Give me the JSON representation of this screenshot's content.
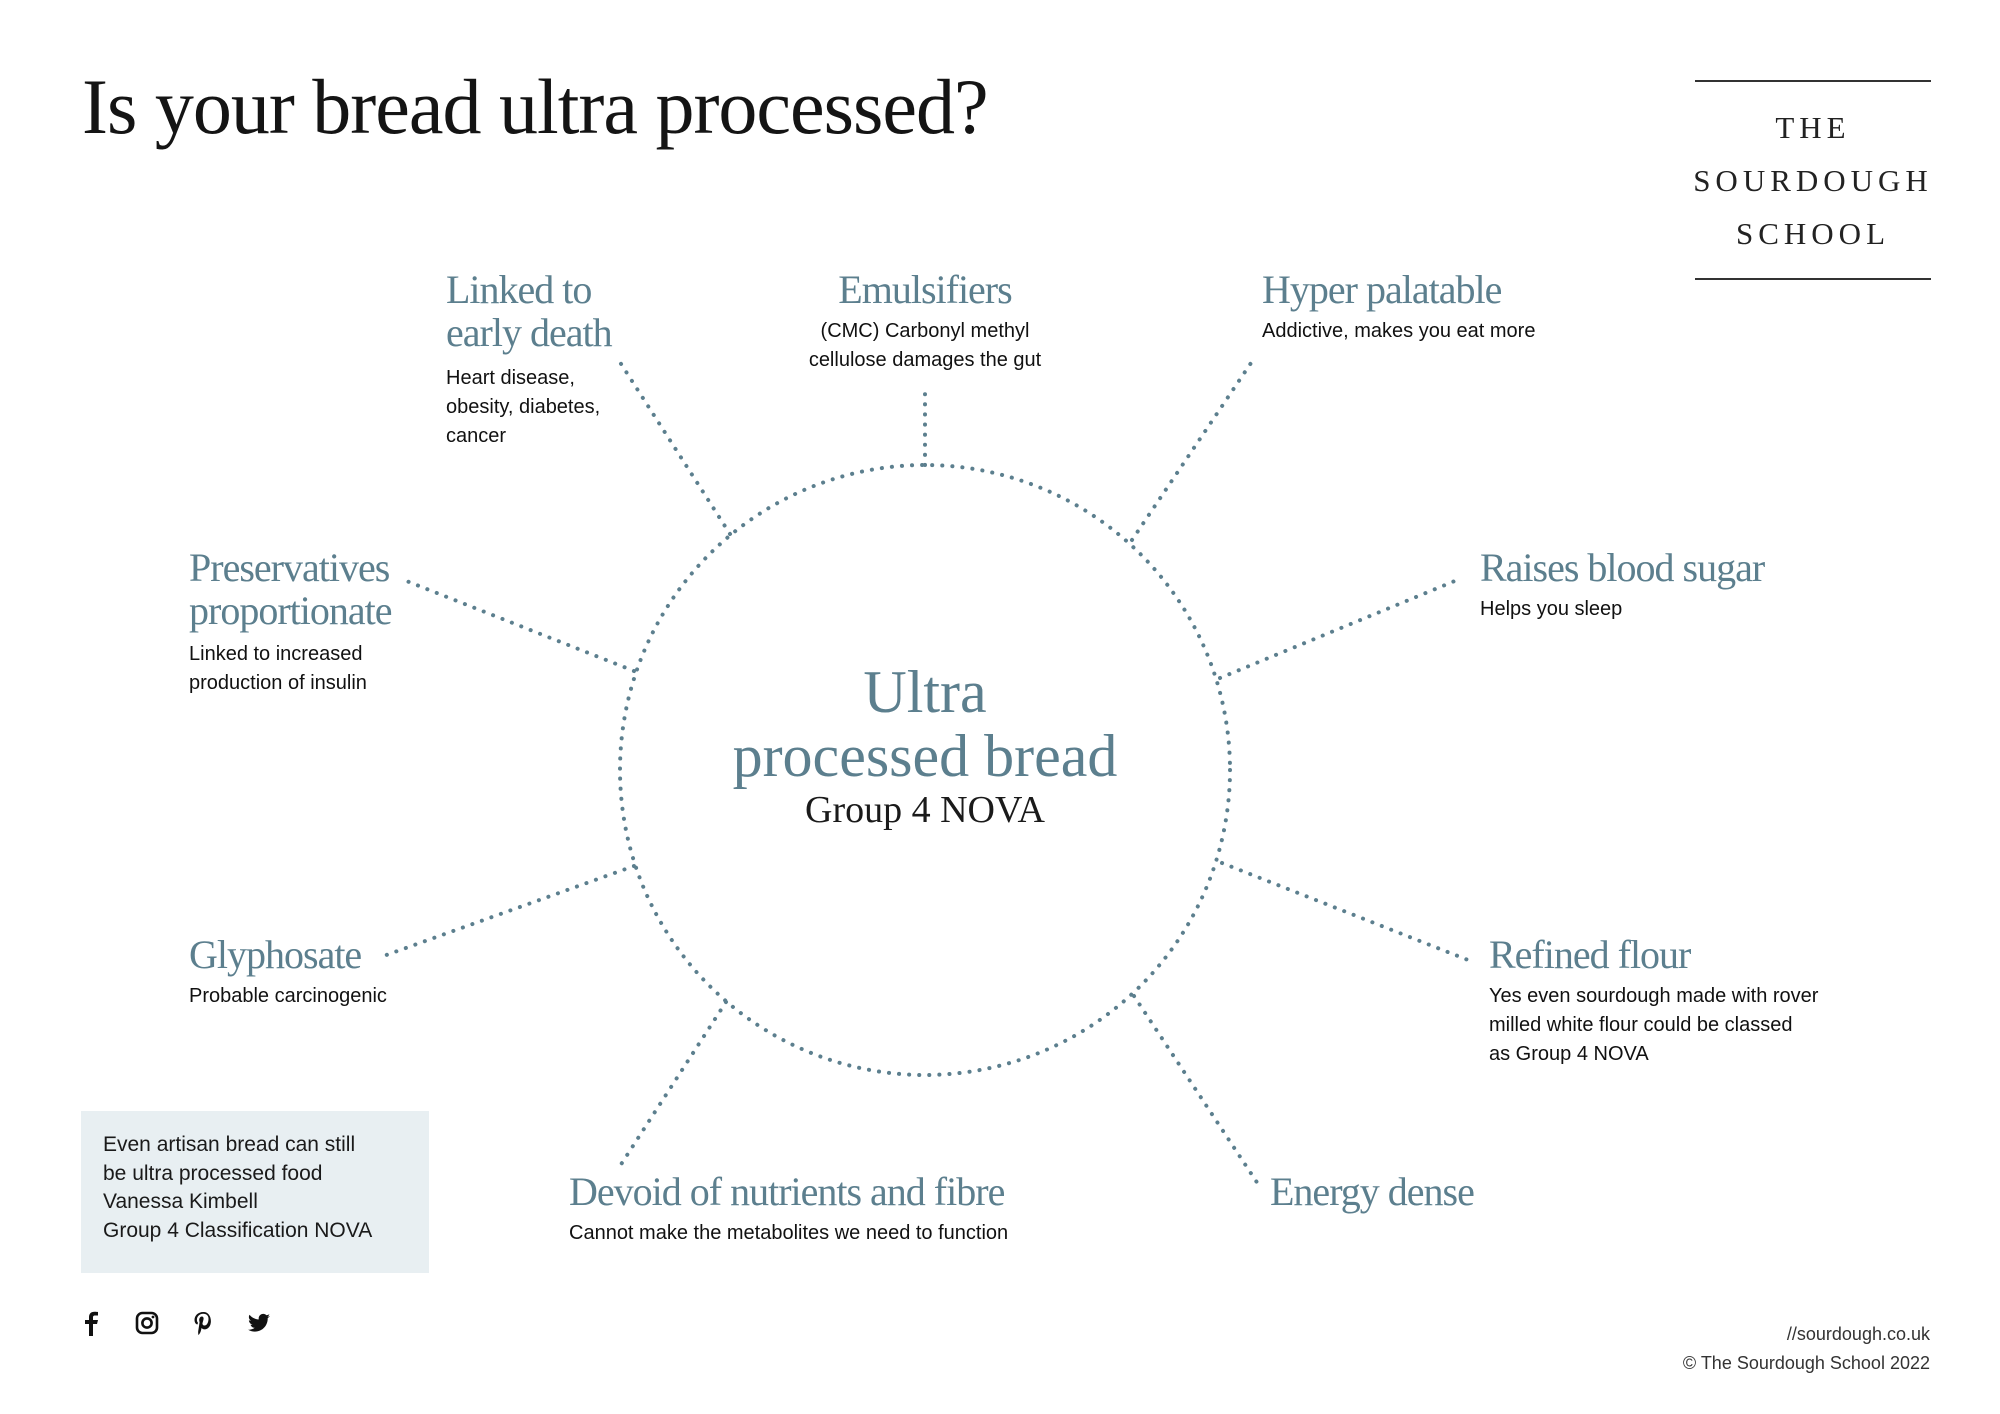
{
  "title": "Is your bread ultra processed?",
  "logo": {
    "line1": "THE",
    "line2": "SOURDOUGH",
    "line3": "SCHOOL"
  },
  "center": {
    "line1": "Ultra",
    "line2": "processed bread",
    "subtitle": "Group 4 NOVA"
  },
  "nodes": [
    {
      "title": "Linked to early death",
      "description": "Heart disease, obesity, diabetes, cancer"
    },
    {
      "title": "Emulsifiers",
      "description": "(CMC) Carbonyl methyl cellulose damages the gut"
    },
    {
      "title": "Hyper palatable",
      "description": "Addictive, makes you eat more"
    },
    {
      "title": "Preservatives proportionate",
      "description": "Linked to increased production of insulin"
    },
    {
      "title": "Raises blood sugar",
      "description": "Helps you sleep"
    },
    {
      "title": "Glyphosate",
      "description": "Probable carcinogenic"
    },
    {
      "title": "Refined flour",
      "description": "Yes even sourdough made with rover milled white flour could be classed as Group 4 NOVA"
    },
    {
      "title": "Devoid of nutrients and fibre",
      "description": "Cannot make the metabolites we need to function"
    },
    {
      "title": "Energy dense",
      "description": ""
    }
  ],
  "note": {
    "line1": "Even artisan bread can still",
    "line2": "be ultra processed food",
    "line3": "Vanessa Kimbell",
    "line4": "Group 4 Classification NOVA"
  },
  "social": [
    "facebook-icon",
    "instagram-icon",
    "pinterest-icon",
    "twitter-icon"
  ],
  "footer": {
    "url": "//sourdough.co.uk",
    "copyright": "© The Sourdough School 2022"
  },
  "colors": {
    "accent": "#5c7f8e",
    "note_bg": "#e8eff2",
    "text": "#1a1a1a"
  }
}
